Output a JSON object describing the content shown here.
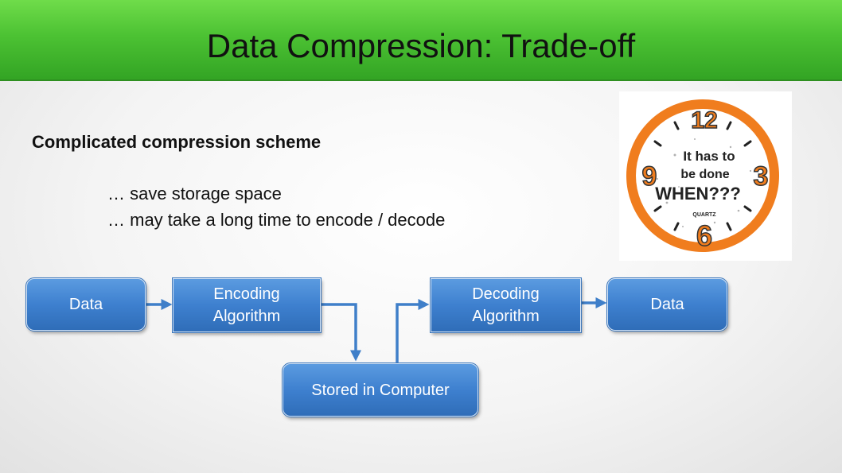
{
  "slide": {
    "title": "Data Compression: Trade-off",
    "subtitle": "Complicated compression scheme",
    "bullets": [
      "… save storage space",
      "… may take a long time to encode / decode"
    ]
  },
  "diagram": {
    "data_in": "Data",
    "encoding_line1": "Encoding",
    "encoding_line2": "Algorithm",
    "stored": "Stored in Computer",
    "decoding_line1": "Decoding",
    "decoding_line2": "Algorithm",
    "data_out": "Data"
  },
  "clock": {
    "numbers": [
      "12",
      "3",
      "6",
      "9"
    ],
    "message_line1": "It has to",
    "message_line2": "be done",
    "message_line3": "WHEN???",
    "brand": "QUARTZ"
  },
  "colors": {
    "title_green": "#4cc233",
    "box_blue": "#3e80cf",
    "arrow_blue": "#3f7fc9",
    "clock_orange": "#f07d1e"
  }
}
